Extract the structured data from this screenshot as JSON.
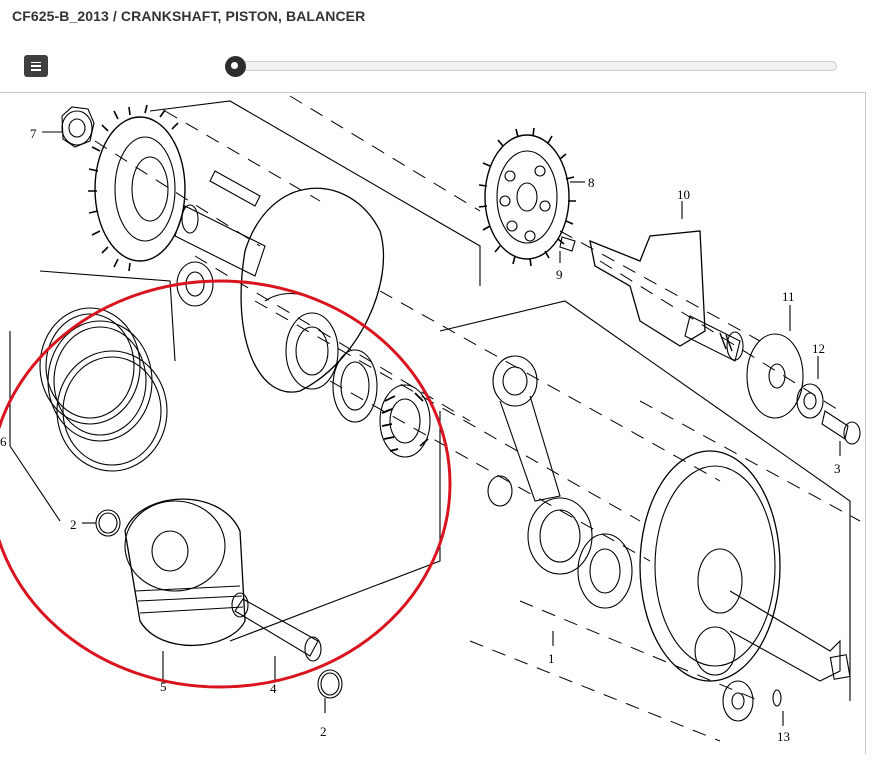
{
  "header": {
    "title": "CF625-B_2013 / CRANKSHAFT, PISTON, BALANCER"
  },
  "toolbar": {
    "menu_icon": "menu-icon",
    "zoom_level": 0
  },
  "diagram": {
    "callouts": [
      "1",
      "2",
      "2",
      "3",
      "4",
      "5",
      "6",
      "7",
      "8",
      "9",
      "10",
      "11",
      "12",
      "13"
    ],
    "highlight_color": "#d9141e",
    "line_color": "#000000"
  }
}
